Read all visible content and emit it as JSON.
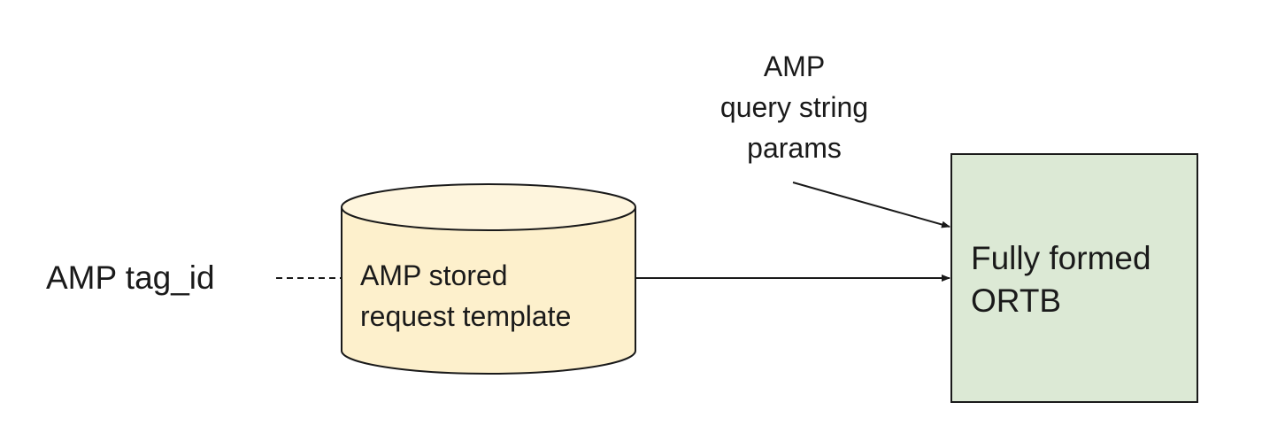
{
  "diagram": {
    "tag_label": "AMP tag_id",
    "stored_template": {
      "line1": "AMP stored",
      "line2": "request template"
    },
    "query_params": {
      "line1": "AMP",
      "line2": "query string",
      "line3": "params"
    },
    "result_box": {
      "line1": "Fully formed",
      "line2": "ORTB"
    },
    "colors": {
      "cylinder_fill": "#fdf0cc",
      "cylinder_top": "#fef5dd",
      "box_fill": "#dce9d5",
      "stroke": "#1a1a1a"
    },
    "connections": [
      {
        "from": "tag_label",
        "to": "stored_template",
        "style": "dashed"
      },
      {
        "from": "stored_template",
        "to": "result_box",
        "style": "solid-arrow"
      },
      {
        "from": "query_params",
        "to": "result_box",
        "style": "solid-arrow"
      }
    ]
  }
}
